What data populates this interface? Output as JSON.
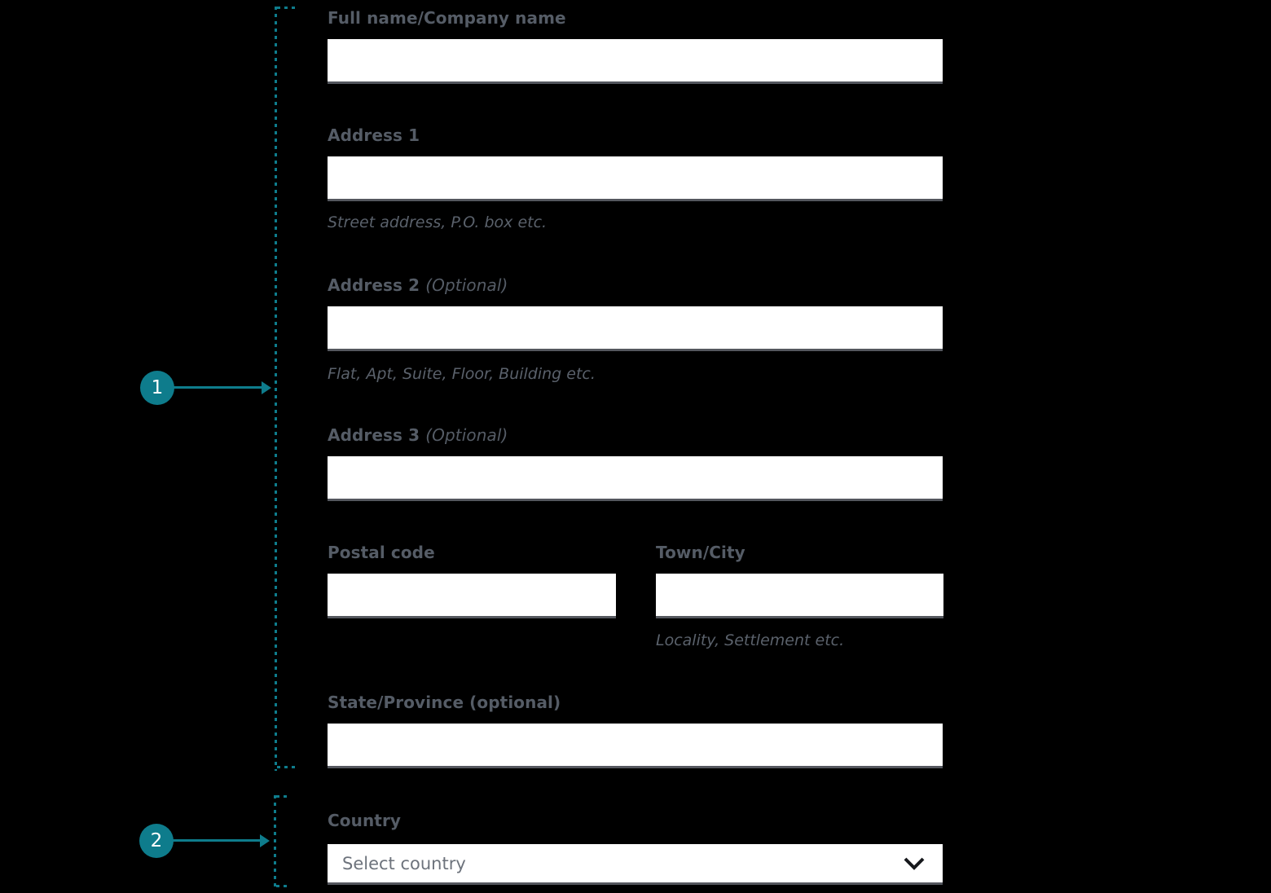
{
  "colors": {
    "background": "#000000",
    "accent_teal": "#0e7c8c",
    "label_gray": "#555c66",
    "input_underline": "#54575e",
    "placeholder_gray": "#6d737c",
    "chevron_black": "#16181c"
  },
  "annotations": {
    "marker1_label": "1",
    "marker2_label": "2"
  },
  "form": {
    "full_name": {
      "label": "Full name/Company name",
      "value": ""
    },
    "address1": {
      "label": "Address 1",
      "value": "",
      "hint": "Street address, P.O. box etc."
    },
    "address2": {
      "label": "Address 2",
      "label_suffix": "(Optional)",
      "value": "",
      "hint": "Flat, Apt, Suite, Floor, Building etc."
    },
    "address3": {
      "label": "Address 3",
      "label_suffix": "(Optional)",
      "value": ""
    },
    "postal_code": {
      "label": "Postal code",
      "value": ""
    },
    "town_city": {
      "label": "Town/City",
      "value": "",
      "hint": "Locality, Settlement etc."
    },
    "state_province": {
      "label": "State/Province (optional)",
      "value": ""
    },
    "country": {
      "label": "Country",
      "placeholder": "Select country"
    }
  }
}
